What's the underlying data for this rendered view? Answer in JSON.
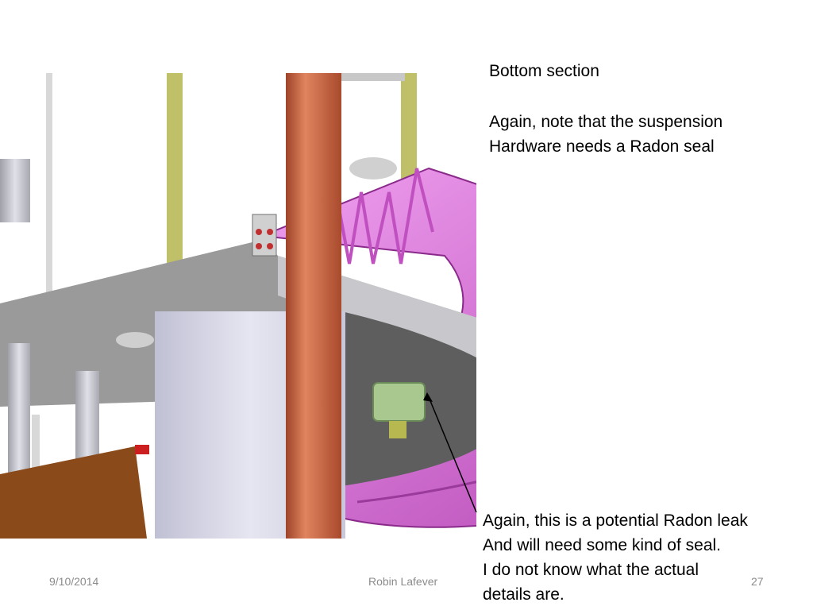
{
  "slide": {
    "title": "Bottom section",
    "note_top": [
      "Again, note that the suspension",
      "Hardware needs a Radon seal"
    ],
    "note_bottom": [
      "Again, this is a potential Radon leak",
      "And will need some kind of seal.",
      "I do not know what the actual",
      "details are."
    ]
  },
  "footer": {
    "date": "9/10/2014",
    "author": "Robin Lafever",
    "page": "27"
  },
  "colors": {
    "copper": "#c8603f",
    "magenta": "#cc55cc",
    "plate": "#8c8c8c",
    "rod": "#b8b860",
    "fitting": "#a8c890"
  }
}
